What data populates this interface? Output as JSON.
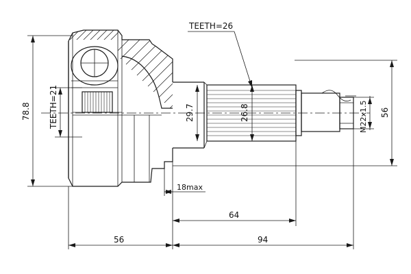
{
  "drawing": {
    "labels": {
      "teeth_outer": "TEETH=26",
      "teeth_inner": "TEETH=21",
      "outer_diameter": "78.8",
      "spline_major": "29.7",
      "spline_minor": "26.8",
      "thread": "M22x1.5",
      "hub_diameter": "56",
      "max_length": "18max",
      "shaft_length": "64",
      "body_length": "56",
      "overall_length": "94"
    }
  }
}
